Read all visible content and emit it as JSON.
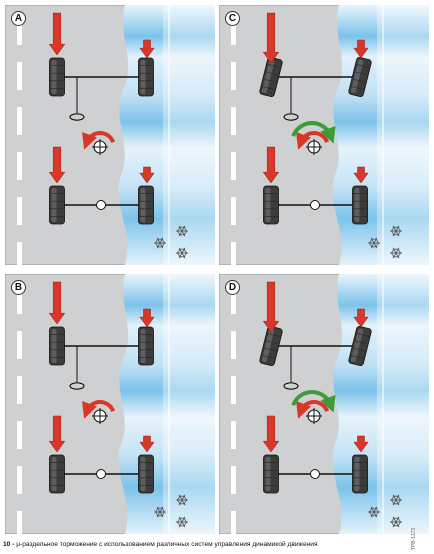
{
  "panels": [
    {
      "id": "A",
      "label": "A",
      "steered": false,
      "yaw_arrows": [
        "red"
      ]
    },
    {
      "id": "C",
      "label": "C",
      "steered": true,
      "yaw_arrows": [
        "red",
        "green"
      ]
    },
    {
      "id": "B",
      "label": "B",
      "steered": false,
      "yaw_arrows": [
        "red"
      ]
    },
    {
      "id": "D",
      "label": "D",
      "steered": true,
      "yaw_arrows": [
        "red",
        "green"
      ]
    }
  ],
  "colors": {
    "road": "#cfd0d2",
    "ice": "#cfe6f6",
    "ice_streak": "#7cc3ea",
    "lane_mark": "#ffffff",
    "tire": "#3c3c3c",
    "brake_arrow": "#d8382a",
    "yaw_red": "#d8382a",
    "yaw_green": "#3e9b3a"
  },
  "icons": {
    "brake_force": "arrow-down-icon",
    "yaw": "curved-arrow-icon",
    "center_of_gravity": "crosshair-icon",
    "steering_wheel": "steering-wheel-icon",
    "ice": "snowflake-icon"
  },
  "caption": {
    "number": "10 -",
    "text": " μ-раздельное торможение с использованием различных систем управления динамикой движения"
  },
  "ref_code": "TPB-1173"
}
